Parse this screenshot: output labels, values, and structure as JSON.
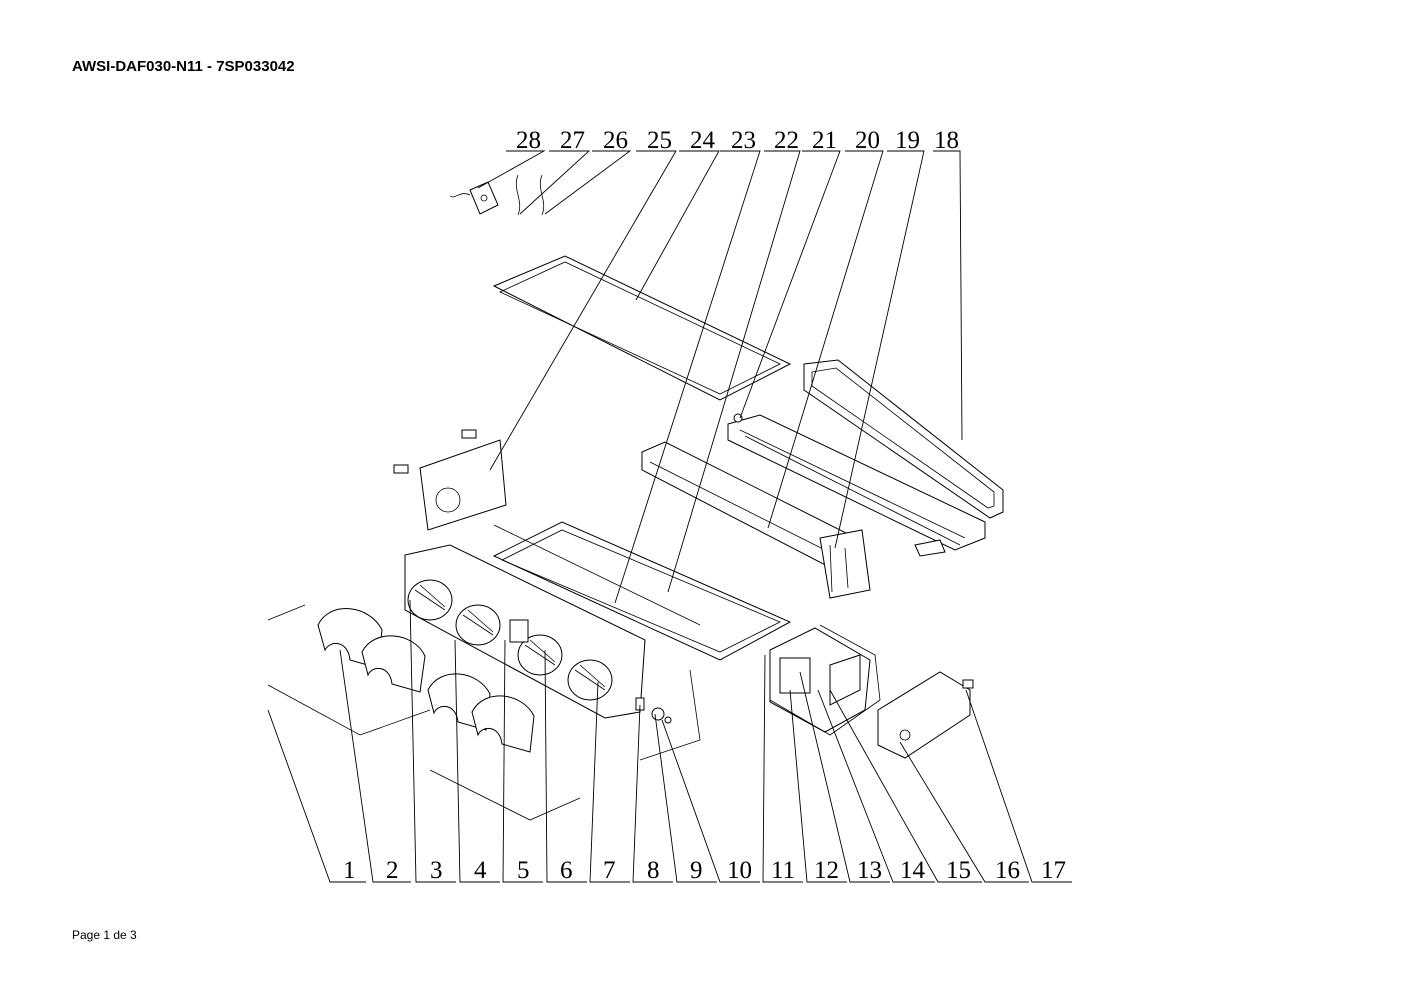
{
  "document": {
    "title": "AWSI-DAF030-N11 - 7SP033042",
    "footer": "Page 1 de 3"
  },
  "callouts": {
    "top": [
      "28",
      "27",
      "26",
      "25",
      "24",
      "23",
      "22",
      "21",
      "20",
      "19",
      "18"
    ],
    "bottom": [
      "1",
      "2",
      "3",
      "4",
      "5",
      "6",
      "7",
      "8",
      "9",
      "10",
      "11",
      "12",
      "13",
      "14",
      "15",
      "16",
      "17"
    ]
  }
}
